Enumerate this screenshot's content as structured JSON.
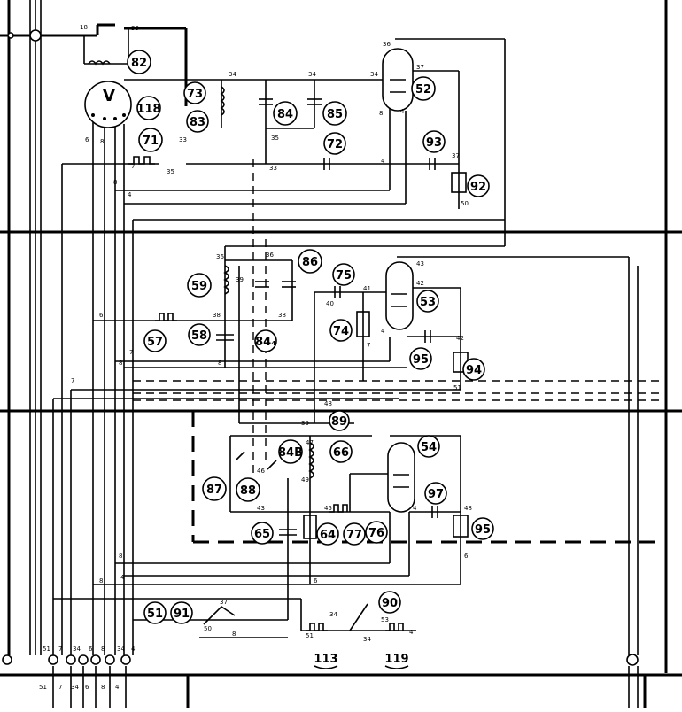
{
  "meter": {
    "symbol": "V"
  },
  "components": [
    {
      "id": "c82",
      "label": "82"
    },
    {
      "id": "c118",
      "label": "118"
    },
    {
      "id": "c73",
      "label": "73"
    },
    {
      "id": "c83",
      "label": "83"
    },
    {
      "id": "c84",
      "label": "84"
    },
    {
      "id": "c85",
      "label": "85"
    },
    {
      "id": "c52",
      "label": "52"
    },
    {
      "id": "c71",
      "label": "71"
    },
    {
      "id": "c72",
      "label": "72"
    },
    {
      "id": "c93",
      "label": "93"
    },
    {
      "id": "c92",
      "label": "92"
    },
    {
      "id": "c86",
      "label": "86"
    },
    {
      "id": "c75",
      "label": "75"
    },
    {
      "id": "c53",
      "label": "53"
    },
    {
      "id": "c59",
      "label": "59"
    },
    {
      "id": "c57",
      "label": "57"
    },
    {
      "id": "c58",
      "label": "58"
    },
    {
      "id": "c84a",
      "label": "84₄"
    },
    {
      "id": "c74",
      "label": "74"
    },
    {
      "id": "c95a",
      "label": "95"
    },
    {
      "id": "c94",
      "label": "94"
    },
    {
      "id": "c89",
      "label": "89"
    },
    {
      "id": "c84b",
      "label": "84B"
    },
    {
      "id": "c66",
      "label": "66"
    },
    {
      "id": "c54",
      "label": "54"
    },
    {
      "id": "c87",
      "label": "87"
    },
    {
      "id": "c88",
      "label": "88"
    },
    {
      "id": "c97",
      "label": "97"
    },
    {
      "id": "c65",
      "label": "65"
    },
    {
      "id": "c64",
      "label": "64"
    },
    {
      "id": "c77",
      "label": "77"
    },
    {
      "id": "c76",
      "label": "76"
    },
    {
      "id": "c95b",
      "label": "95"
    },
    {
      "id": "c51",
      "label": "51"
    },
    {
      "id": "c91",
      "label": "91"
    },
    {
      "id": "c90",
      "label": "90"
    },
    {
      "id": "c113",
      "label": "113"
    },
    {
      "id": "c119",
      "label": "119"
    }
  ],
  "wire_numbers": {
    "n18": "18",
    "n33a": "33",
    "n34a": "34",
    "n34b": "34",
    "n36a": "36",
    "n37a": "37",
    "n34c": "34",
    "n35a": "35",
    "n33b": "33",
    "n33c": "33",
    "n6a": "6",
    "n8a": "8",
    "n4a": "4",
    "n7a": "7",
    "n35b": "35",
    "n37b": "37",
    "n50": "50",
    "n8b": "8",
    "n4b": "4",
    "n8c": "8",
    "n4c": "4",
    "n36b": "36",
    "n36c": "36",
    "n39a": "39",
    "n38a": "38",
    "n38b": "38",
    "n43a": "43",
    "n42a": "42",
    "n41": "41",
    "n40": "40",
    "n42b": "42",
    "n7b": "7",
    "n51a": "51",
    "n6b": "6",
    "n8d": "8",
    "n7c": "7",
    "n8e": "8",
    "n4d": "4",
    "n7d": "7",
    "n48": "48",
    "n39b": "39",
    "n47": "47",
    "n46": "46",
    "n49": "49",
    "n43b": "43",
    "n45": "45",
    "n4e": "4",
    "n48b": "48",
    "n6c": "6",
    "n8f": "8",
    "n4f": "4",
    "n8g": "8",
    "n6d": "6",
    "n37c": "37",
    "n50b": "50",
    "n8h": "8",
    "n34d": "34",
    "n34e": "34",
    "n53a": "53",
    "n4g": "4",
    "n51b": "51",
    "n51c": "51",
    "n7e": "7",
    "n34f": "34",
    "n8i": "8",
    "n6e": "6",
    "n34g": "34",
    "n4h": "4",
    "n51d": "51",
    "n7f": "7",
    "n34h": "34",
    "n6f": "6",
    "n8j": "8",
    "n4i": "4"
  }
}
